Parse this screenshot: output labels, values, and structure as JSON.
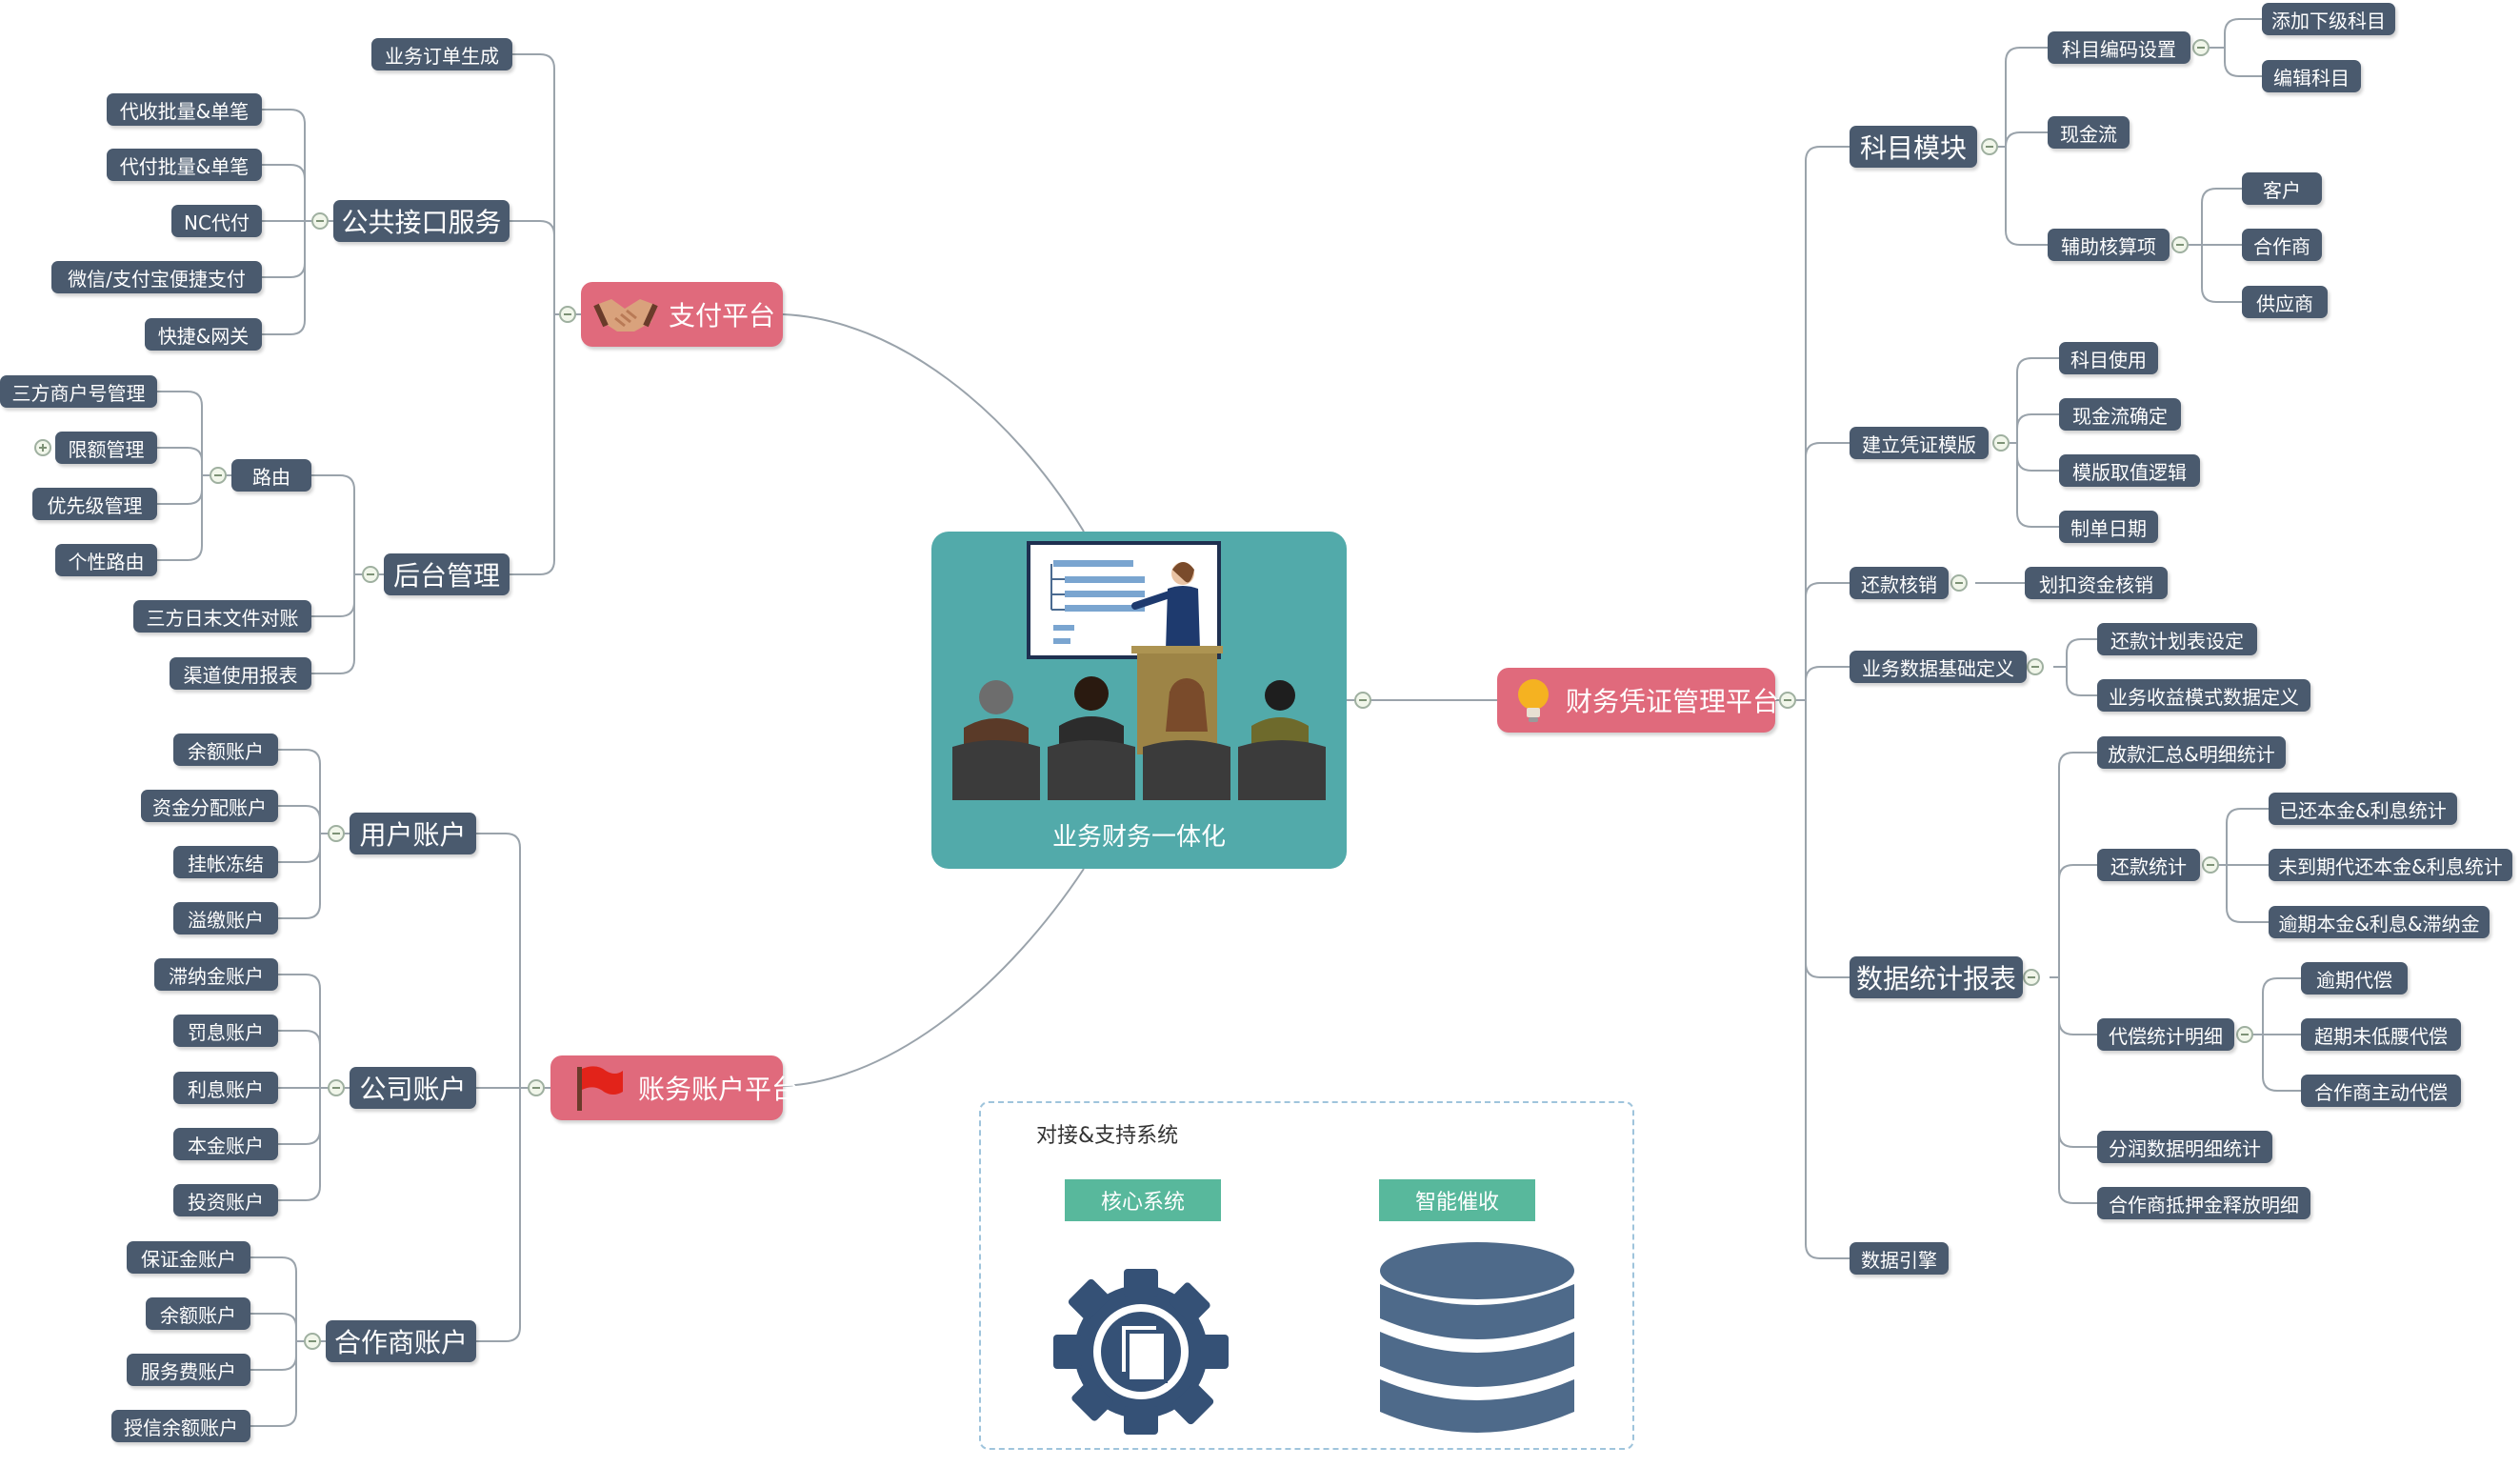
{
  "center": {
    "label": "业务财务一体化"
  },
  "payment": {
    "title": "支付平台",
    "order": "业务订单生成",
    "public_api": {
      "title": "公共接口服务",
      "items": [
        "代收批量&单笔",
        "代付批量&单笔",
        "NC代付",
        "微信/支付宝便捷支付",
        "快捷&网关"
      ]
    },
    "backend": {
      "title": "后台管理",
      "routing": {
        "title": "路由",
        "items": [
          "三方商户号管理",
          "限额管理",
          "优先级管理",
          "个性路由"
        ]
      },
      "items": [
        "三方日末文件对账",
        "渠道使用报表"
      ]
    }
  },
  "account": {
    "title": "账务账户平台",
    "user": {
      "title": "用户账户",
      "items": [
        "余额账户",
        "资金分配账户",
        "挂帐冻结",
        "溢缴账户"
      ]
    },
    "company": {
      "title": "公司账户",
      "items": [
        "滞纳金账户",
        "罚息账户",
        "利息账户",
        "本金账户",
        "投资账户"
      ]
    },
    "partner": {
      "title": "合作商账户",
      "items": [
        "保证金账户",
        "余额账户",
        "服务费账户",
        "授信余额账户"
      ]
    }
  },
  "finance": {
    "title": "财务凭证管理平台",
    "subject": {
      "title": "科目模块",
      "coding": {
        "title": "科目编码设置",
        "items": [
          "添加下级科目",
          "编辑科目"
        ]
      },
      "cashflow": "现金流",
      "aux": {
        "title": "辅助核算项",
        "items": [
          "客户",
          "合作商",
          "供应商"
        ]
      }
    },
    "template": {
      "title": "建立凭证模版",
      "items": [
        "科目使用",
        "现金流确定",
        "模版取值逻辑",
        "制单日期"
      ]
    },
    "repay": {
      "title": "还款核销",
      "items": [
        "划扣资金核销"
      ]
    },
    "bizdata": {
      "title": "业务数据基础定义",
      "items": [
        "还款计划表设定",
        "业务收益模式数据定义"
      ]
    },
    "stats": {
      "title": "数据统计报表",
      "loan": "放款汇总&明细统计",
      "repay_stats": {
        "title": "还款统计",
        "items": [
          "已还本金&利息统计",
          "未到期代还本金&利息统计",
          "逾期本金&利息&滞纳金"
        ]
      },
      "compensation": {
        "title": "代偿统计明细",
        "items": [
          "逾期代偿",
          "超期未低腰代偿",
          "合作商主动代偿"
        ]
      },
      "profit": "分润数据明细统计",
      "collateral": "合作商抵押金释放明细"
    },
    "engine": "数据引擎"
  },
  "support": {
    "title": "对接&支持系统",
    "core": "核心系统",
    "collection": "智能催收"
  },
  "colors": {
    "node": "#4a5a6e",
    "major": "#e06a7c",
    "center": "#52aaaa",
    "tag": "#58b89c",
    "line": "#9aa3ab"
  },
  "icons": {
    "payment": "handshake-icon",
    "account": "red-flag-icon",
    "finance": "lightbulb-icon",
    "center": "presentation-icon",
    "core": "gear-document-icon",
    "collection": "database-icon"
  }
}
